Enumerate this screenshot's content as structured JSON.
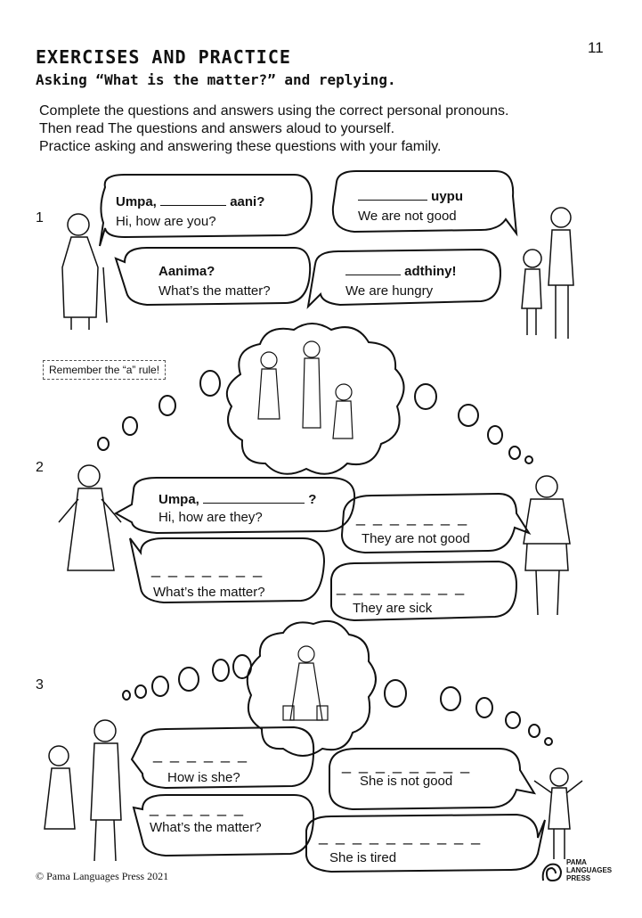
{
  "page_number": "11",
  "header": {
    "title": "EXERCISES AND PRACTICE",
    "subtitle": "Asking “What is the matter?” and replying."
  },
  "instructions": [
    "Complete the questions and answers using the correct personal pronouns.",
    "Then read The questions and answers aloud to yourself.",
    "Practice asking and answering these questions with your family."
  ],
  "reminder": "Remember the “a” rule!",
  "exercises": [
    {
      "number": "1",
      "q1_prefix": "Umpa,",
      "q1_suffix": "aani?",
      "q1_english": "Hi, how are you?",
      "a1_suffix": "uypu",
      "a1_english": "We are not good",
      "q2_word": "Aanima?",
      "q2_english": "What’s the matter?",
      "a2_suffix": "adthiny!",
      "a2_english": "We are hungry"
    },
    {
      "number": "2",
      "q1_prefix": "Umpa,",
      "q1_suffix": "?",
      "q1_english": "Hi, how are they?",
      "a1_english": "They are not good",
      "q2_english": "What’s the matter?",
      "a2_english": "They are sick"
    },
    {
      "number": "3",
      "q1_english": "How is she?",
      "a1_english": "She is not good",
      "q2_english": "What’s the matter?",
      "a2_english": "She is tired"
    }
  ],
  "footer": "© Pama Languages Press 2021",
  "logo_text": [
    "PAMA",
    "LANGUAGES",
    "PRESS"
  ]
}
